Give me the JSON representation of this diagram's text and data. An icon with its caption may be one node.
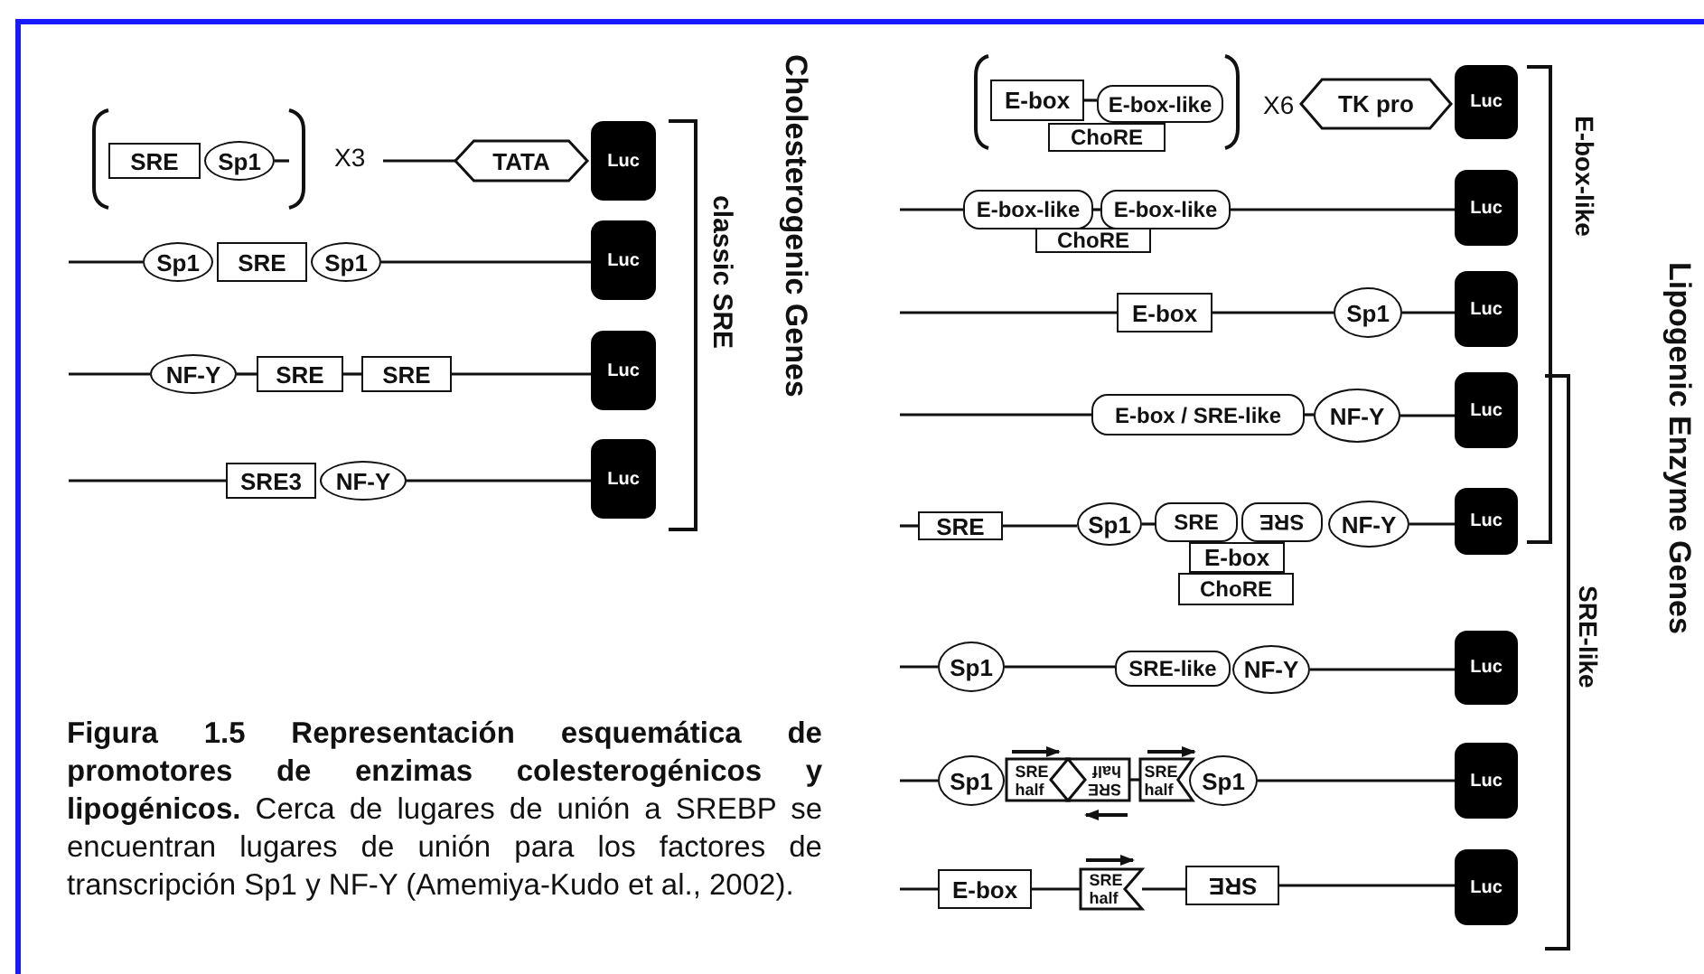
{
  "diagram": {
    "caption": "**Figura 1.5 Representación esquemática de promotores de enzimas colesterogénicos y lipogénicos.** Cerca de lugares de unión a SREBP se encuentran lugares de unión para los factores de transcripción Sp1 y NF-Y (Amemiya-Kudo et al., 2002).",
    "nodes": [
      {
        "text": [
          "SRE"
        ]
      },
      {
        "text": [
          "Sp1"
        ]
      },
      {
        "text": [
          "TATA"
        ]
      },
      {
        "text": [
          "Luc"
        ]
      },
      {
        "text": [
          "Sp1"
        ]
      },
      {
        "text": [
          "SRE"
        ]
      },
      {
        "text": [
          "Sp1"
        ]
      },
      {
        "text": [
          "Luc"
        ]
      },
      {
        "text": [
          "NF-Y"
        ]
      },
      {
        "text": [
          "SRE"
        ]
      },
      {
        "text": [
          "SRE"
        ]
      },
      {
        "text": [
          "Luc"
        ]
      },
      {
        "text": [
          "SRE3"
        ]
      },
      {
        "text": [
          "NF-Y"
        ]
      },
      {
        "text": [
          "Luc"
        ]
      },
      {
        "text": [
          "E-box"
        ]
      },
      {
        "text": [
          "E-box-like"
        ]
      },
      {
        "text": [
          "ChoRE"
        ]
      },
      {
        "text": [
          "TK pro"
        ]
      },
      {
        "text": [
          "Luc"
        ]
      },
      {
        "text": [
          "E-box-like"
        ]
      },
      {
        "text": [
          "E-box-like"
        ]
      },
      {
        "text": [
          "ChoRE"
        ]
      },
      {
        "text": [
          "Luc"
        ]
      },
      {
        "text": [
          "E-box"
        ]
      },
      {
        "text": [
          "Sp1"
        ]
      },
      {
        "text": [
          "Luc"
        ]
      },
      {
        "text": [
          "E-box / SRE-like"
        ]
      },
      {
        "text": [
          "NF-Y"
        ]
      },
      {
        "text": [
          "Luc"
        ]
      },
      {
        "text": [
          "SRE"
        ]
      },
      {
        "text": [
          "Sp1"
        ]
      },
      {
        "text": [
          "SRE"
        ]
      },
      {
        "text": [
          "SRE"
        ]
      },
      {
        "text": [
          "NF-Y"
        ]
      },
      {
        "text": [
          "E-box"
        ]
      },
      {
        "text": [
          "ChoRE"
        ]
      },
      {
        "text": [
          "Luc"
        ]
      },
      {
        "text": [
          "Sp1"
        ]
      },
      {
        "text": [
          "SRE-like"
        ]
      },
      {
        "text": [
          "NF-Y"
        ]
      },
      {
        "text": [
          "Luc"
        ]
      },
      {
        "text": [
          "Sp1"
        ]
      },
      {
        "text": [
          "SRE half"
        ]
      },
      {
        "text": [
          "SRE half"
        ]
      },
      {
        "text": [
          "SRE half"
        ]
      },
      {
        "text": [
          "Sp1"
        ]
      },
      {
        "text": [
          "Luc"
        ]
      },
      {
        "text": [
          "E-box"
        ]
      },
      {
        "text": [
          "SRE half"
        ]
      },
      {
        "text": [
          "SRE"
        ]
      },
      {
        "text": [
          "Luc"
        ]
      }
    ],
    "edges": [
      {
        "from": 1,
        "to": null,
        "arrow": "none"
      },
      {
        "from": null,
        "to": 2,
        "arrow": "none"
      },
      {
        "from": null,
        "to": 4,
        "arrow": "none"
      },
      {
        "from": 6,
        "to": 7,
        "arrow": "none"
      },
      {
        "from": null,
        "to": 8,
        "arrow": "none"
      },
      {
        "from": 8,
        "to": 9,
        "arrow": "none"
      },
      {
        "from": 9,
        "to": 10,
        "arrow": "none"
      },
      {
        "from": 10,
        "to": 11,
        "arrow": "none"
      },
      {
        "from": null,
        "to": 12,
        "arrow": "none"
      },
      {
        "from": 13,
        "to": 14,
        "arrow": "none"
      },
      {
        "from": 15,
        "to": 16,
        "arrow": "none"
      },
      {
        "from": null,
        "to": 20,
        "arrow": "none"
      },
      {
        "from": 20,
        "to": 21,
        "arrow": "none"
      },
      {
        "from": 21,
        "to": 23,
        "arrow": "none"
      },
      {
        "from": null,
        "to": 24,
        "arrow": "none"
      },
      {
        "from": 24,
        "to": 25,
        "arrow": "none"
      },
      {
        "from": 25,
        "to": 26,
        "arrow": "none"
      },
      {
        "from": null,
        "to": 27,
        "arrow": "none"
      },
      {
        "from": 27,
        "to": 28,
        "arrow": "none"
      },
      {
        "from": 28,
        "to": 29,
        "arrow": "none"
      },
      {
        "from": null,
        "to": 30,
        "arrow": "none"
      },
      {
        "from": 30,
        "to": 31,
        "arrow": "none"
      },
      {
        "from": 31,
        "to": 32,
        "arrow": "none"
      },
      {
        "from": 34,
        "to": 37,
        "arrow": "none"
      },
      {
        "from": null,
        "to": 38,
        "arrow": "none"
      },
      {
        "from": 38,
        "to": 39,
        "arrow": "none"
      },
      {
        "from": 40,
        "to": 41,
        "arrow": "none"
      },
      {
        "from": null,
        "to": 42,
        "arrow": "none"
      },
      {
        "from": 44,
        "to": 45,
        "arrow": "none"
      },
      {
        "from": 46,
        "to": 47,
        "arrow": "none"
      },
      {
        "from": null,
        "to": 48,
        "arrow": "none"
      },
      {
        "from": 48,
        "to": 49,
        "arrow": "none"
      },
      {
        "from": 49,
        "to": 50,
        "arrow": "none"
      },
      {
        "from": 50,
        "to": 51,
        "arrow": "none"
      }
    ],
    "labels": [
      "X3",
      "classic SRE",
      "Cholesterogenic Genes",
      "X6",
      "E-box-like",
      "Lipogenic Enzyme Genes",
      "SRE-like"
    ]
  }
}
